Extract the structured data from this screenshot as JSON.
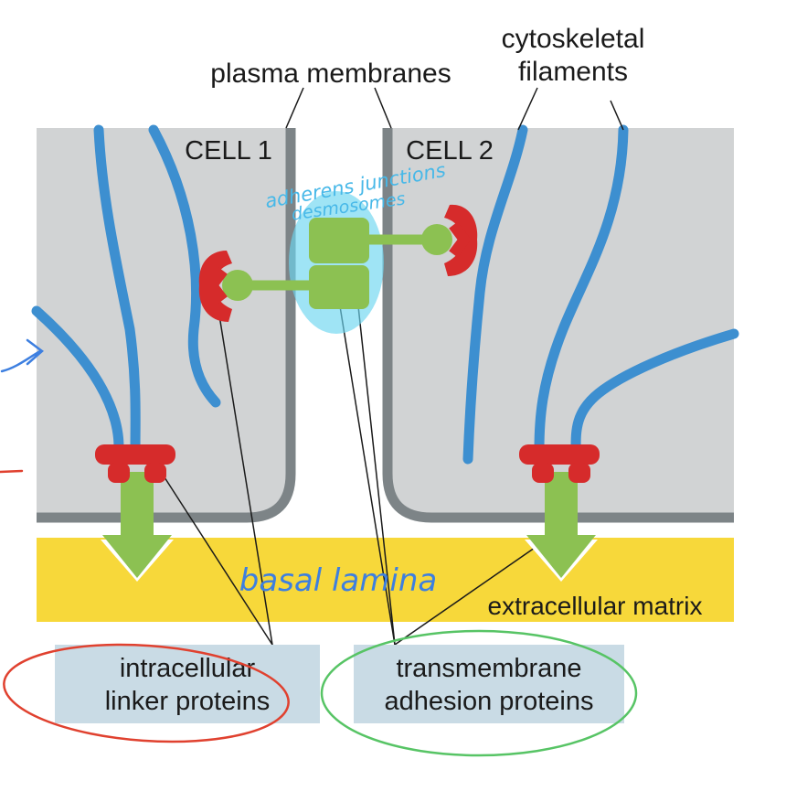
{
  "labels": {
    "plasma_membranes": "plasma membranes",
    "cytoskeletal_line1": "cytoskeletal",
    "cytoskeletal_line2": "filaments",
    "cell1": "CELL 1",
    "cell2": "CELL 2",
    "extracellular_matrix": "extracellular matrix",
    "intracellular_line1": "intracellular",
    "intracellular_line2": "linker proteins",
    "transmembrane_line1": "transmembrane",
    "transmembrane_line2": "adhesion proteins"
  },
  "annotations": {
    "adherens_junctions": "adherens junctions",
    "desmosomes": "desmosomes",
    "basal_lamina": "basal lamina"
  },
  "colors": {
    "cell_fill": "#d1d3d4",
    "membrane": "#7d8487",
    "filament": "#3d8fd0",
    "linker_red": "#d62b2b",
    "adhesion_green": "#8cc152",
    "matrix_yellow": "#f7d83a",
    "label_box": "#c9dbe5",
    "highlight_cyan": "#6cd6ef",
    "ink_blue": "#3d7fe0",
    "ink_red": "#e0412f",
    "ink_green": "#57c465"
  }
}
